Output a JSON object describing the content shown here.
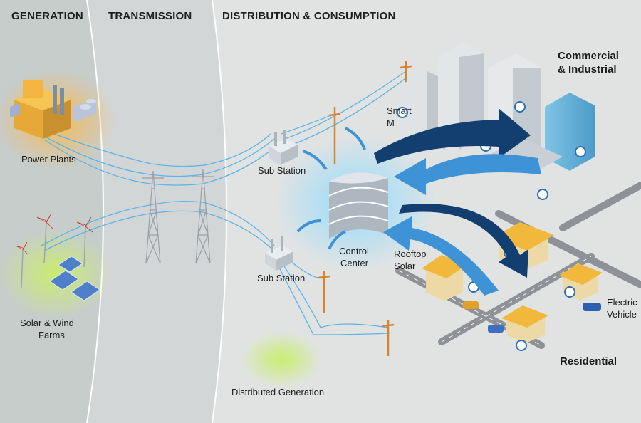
{
  "headers": {
    "generation": "GENERATION",
    "transmission": "TRANSMISSION",
    "distribution": "DISTRIBUTION & CONSUMPTION"
  },
  "labels": {
    "power_plants": "Power Plants",
    "solar_wind_line1": "Solar & Wind",
    "solar_wind_line2": "Farms",
    "sub_station_top": "Sub Station",
    "sub_station_bottom": "Sub Station",
    "control_line1": "Control",
    "control_line2": "Center",
    "rooftop_line1": "Rooftop",
    "rooftop_line2": "Solar",
    "smart_meter_line1": "Smart",
    "smart_meter_line2": "M",
    "electric_line1": "Electric",
    "electric_line2": "Vehicle",
    "distributed_generation": "Distributed  Generation",
    "commercial_line1": "Commercial",
    "commercial_line2": "& Industrial",
    "residential": "Residential"
  },
  "colors": {
    "generation_zone": "#c7cdcb",
    "transmission_zone": "#d3d6d6",
    "distribution_zone": "#e1e3e3",
    "power_line": "#5bb4e6",
    "flow_dark": "#123f6f",
    "flow_light": "#3d93d6",
    "building": "#f1b83c",
    "pole": "#d98231"
  }
}
